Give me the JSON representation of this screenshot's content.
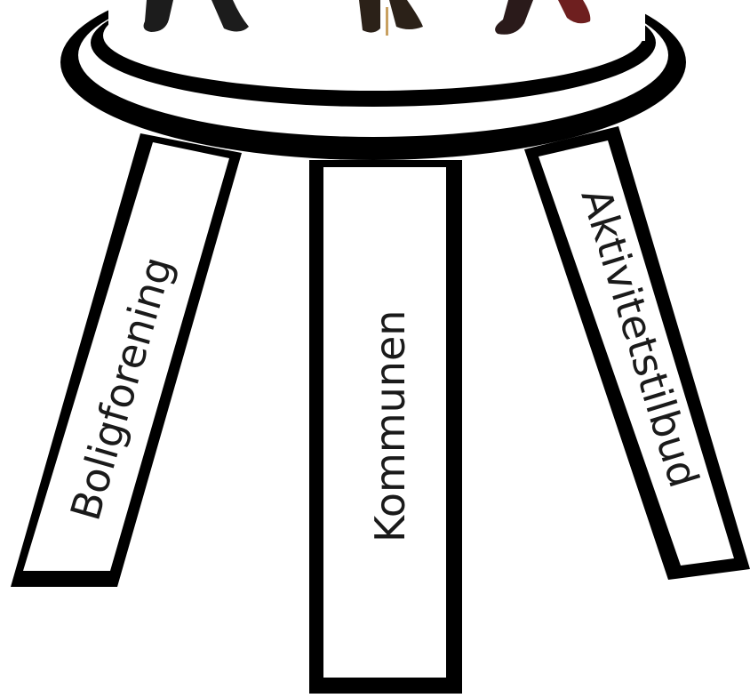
{
  "legs": {
    "left": {
      "label": "Boligforening"
    },
    "middle": {
      "label": "Kommunen"
    },
    "right": {
      "label": "Aktivitetstilbud"
    }
  },
  "colors": {
    "outline": "#000000",
    "fill": "#ffffff",
    "figure_dark": "#1c1c1c",
    "figure_brown": "#4a3a2a",
    "figure_red": "#6e1f1f"
  },
  "icons": [
    "person-feet-icon",
    "person-feet-icon",
    "person-feet-icon"
  ]
}
